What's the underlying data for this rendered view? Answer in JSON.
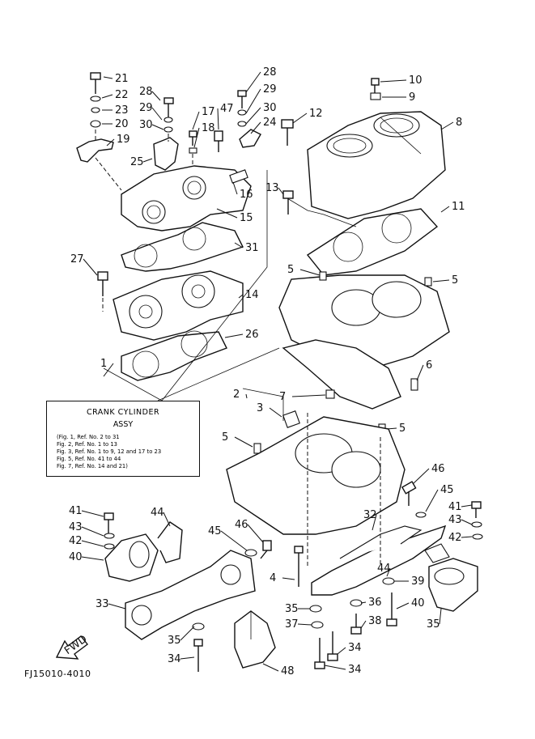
{
  "diagram": {
    "code": "FJ15010-4010",
    "fwd_label": "FWD",
    "legend": {
      "title": "CRANK CYLINDER",
      "subtitle": "ASSY",
      "notes": [
        "(Fig. 1, Ref. No. 2 to 31",
        "Fig. 2, Ref. No. 1 to 13",
        "Fig. 3, Ref. No. 1 to 9, 12 and 17 to 23",
        "Fig. 5, Ref. No. 41 to 44",
        "Fig. 7, Ref. No. 14 and 21)"
      ]
    },
    "callouts": [
      "21",
      "22",
      "23",
      "20",
      "19",
      "28",
      "29",
      "30",
      "25",
      "17",
      "18",
      "47",
      "28",
      "29",
      "30",
      "24",
      "12",
      "8",
      "10",
      "9",
      "16",
      "15",
      "13",
      "11",
      "31",
      "27",
      "14",
      "26",
      "5",
      "5",
      "1",
      "2",
      "3",
      "7",
      "6",
      "5",
      "5",
      "46",
      "45",
      "41",
      "43",
      "42",
      "40",
      "44",
      "45",
      "46",
      "32",
      "41",
      "43",
      "42",
      "4",
      "39",
      "44",
      "33",
      "35",
      "35",
      "37",
      "36",
      "38",
      "40",
      "35",
      "34",
      "34",
      "34",
      "48"
    ]
  }
}
